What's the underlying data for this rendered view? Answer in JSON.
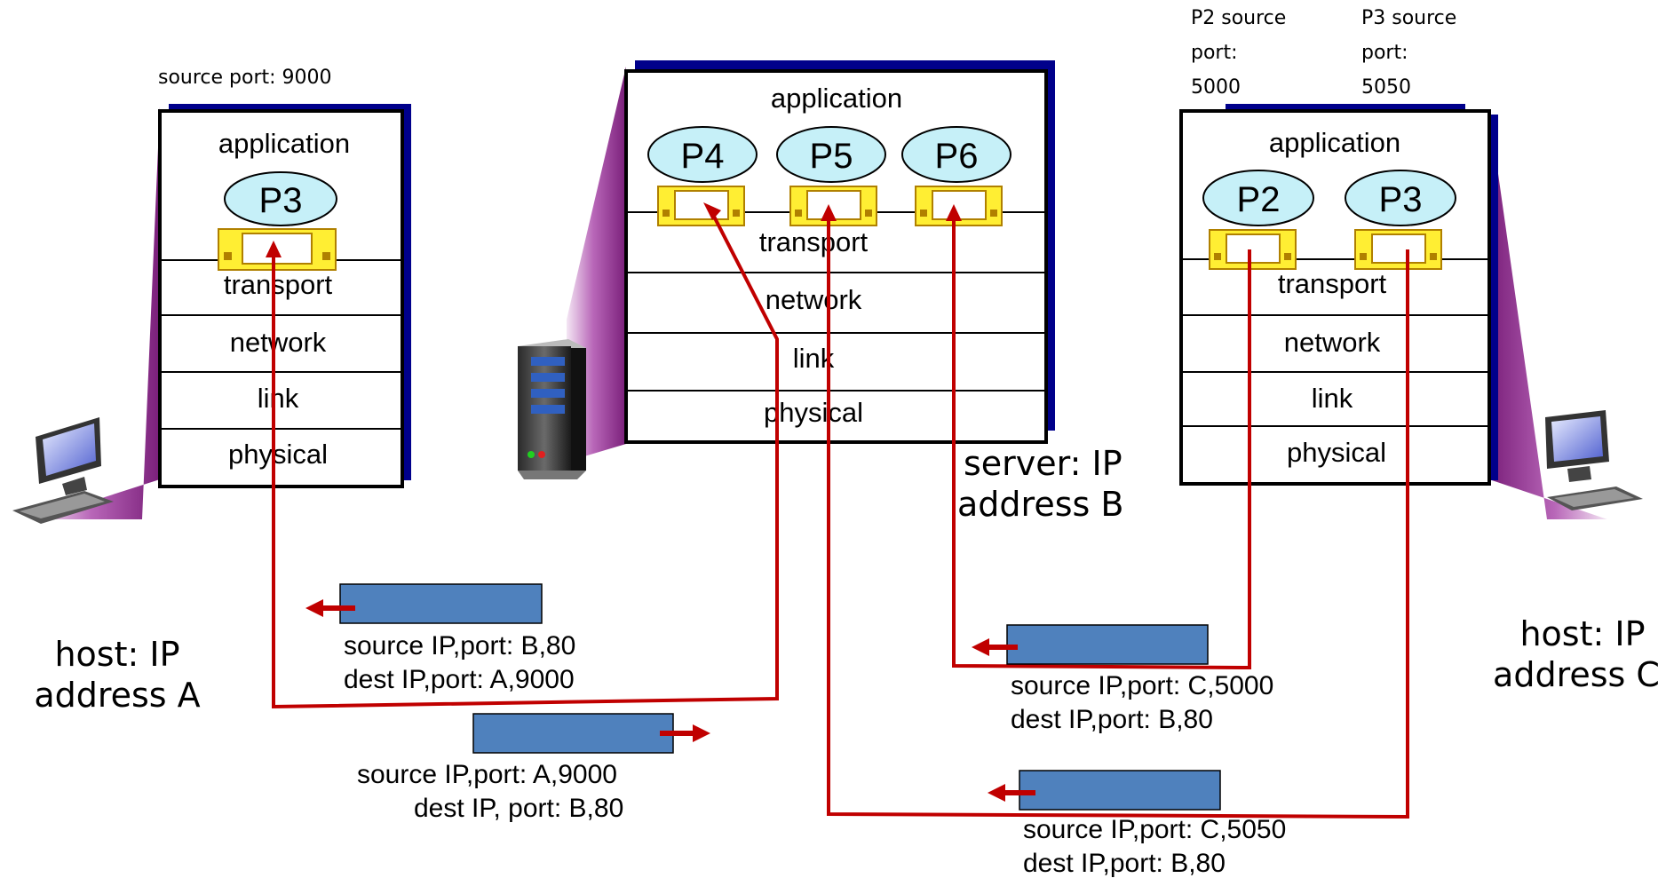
{
  "hosts": {
    "a": {
      "label_line1": "host: IP",
      "label_line2": "address A",
      "port_note": "source port: 9000",
      "layers": [
        "application",
        "transport",
        "network",
        "link",
        "physical"
      ],
      "process": "P3"
    },
    "b": {
      "label_line1": "server: IP",
      "label_line2": "address B",
      "layers": [
        "application",
        "transport",
        "network",
        "link",
        "physical"
      ],
      "processes": [
        "P4",
        "P5",
        "P6"
      ]
    },
    "c": {
      "label_line1": "host: IP",
      "label_line2": "address C",
      "port_note_p2": [
        "P2 source",
        "port:",
        "5000"
      ],
      "port_note_p3": [
        "P3 source",
        "port:",
        "5050"
      ],
      "layers": [
        "application",
        "transport",
        "network",
        "link",
        "physical"
      ],
      "processes": [
        "P2",
        "P3"
      ]
    }
  },
  "segments": [
    {
      "line1": "source IP,port: B,80",
      "line2": "dest IP,port: A,9000"
    },
    {
      "line1": "source IP,port: A,9000",
      "line2": "dest IP, port: B,80"
    },
    {
      "line1": "source IP,port: C,5000",
      "line2": "dest IP,port: B,80"
    },
    {
      "line1": "source IP,port: C,5050",
      "line2": "dest IP,port: B,80"
    }
  ],
  "colors": {
    "path": "#c00000",
    "segment_fill": "#4f81bd",
    "process_fill": "#c6f0f8",
    "socket_fill": "#ffee33",
    "stack_shadow": "#00008b",
    "cone": "#8b2c8b"
  }
}
